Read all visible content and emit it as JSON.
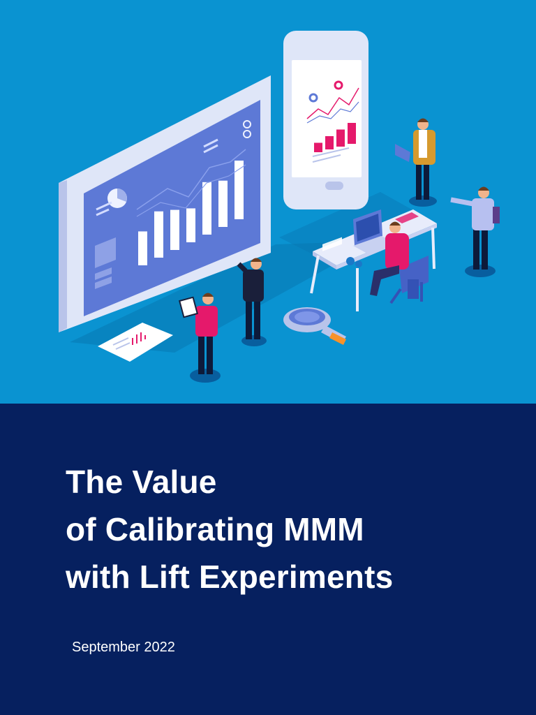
{
  "cover": {
    "title_lines": [
      "The Value",
      "of Calibrating MMM",
      "with Lift Experiments"
    ],
    "date": "September 2022"
  },
  "colors": {
    "hero_background": "#0a93d1",
    "title_band": "#06205f",
    "title_text": "#ffffff",
    "accent_magenta": "#e5196b",
    "accent_orange": "#f7922a"
  },
  "illustration": {
    "dashboard_bar_chart": {
      "values": [
        3,
        5,
        4,
        3,
        6,
        5,
        7
      ]
    },
    "tablet_bar_chart": {
      "values": [
        1,
        2,
        3,
        4
      ]
    }
  }
}
